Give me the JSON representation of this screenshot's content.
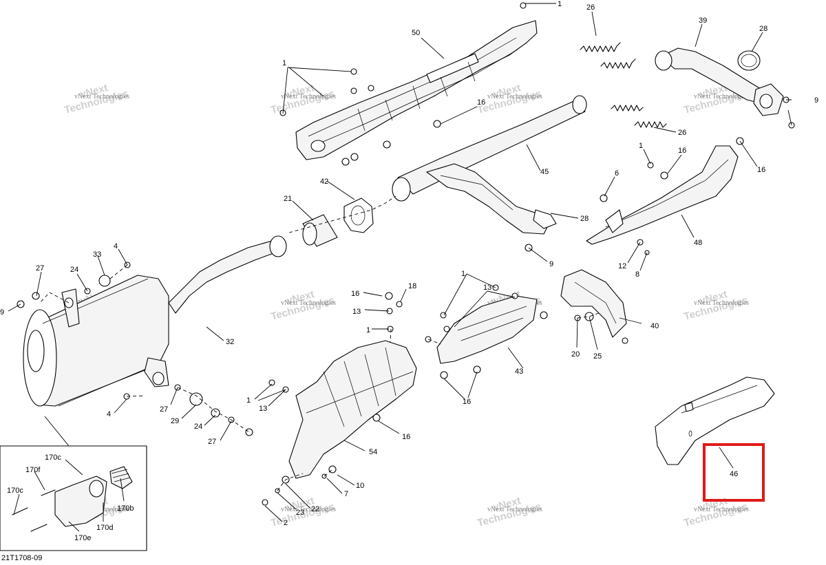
{
  "diagram_id": "21T1708-09",
  "highlight": {
    "part_number": "46",
    "color": "#e01a1a"
  },
  "watermark": {
    "line1": "vNext",
    "line2": "Technologies",
    "full": "vNext Technologies"
  },
  "callouts": [
    {
      "id": "c1a",
      "text": "1"
    },
    {
      "id": "c50",
      "text": "50"
    },
    {
      "id": "c26a",
      "text": "26"
    },
    {
      "id": "c39",
      "text": "39"
    },
    {
      "id": "c28a",
      "text": "28"
    },
    {
      "id": "c1b",
      "text": "1"
    },
    {
      "id": "c16a",
      "text": "16"
    },
    {
      "id": "c9a",
      "text": "9"
    },
    {
      "id": "c26b",
      "text": "26"
    },
    {
      "id": "c45",
      "text": "45"
    },
    {
      "id": "c1c",
      "text": "1"
    },
    {
      "id": "c16b",
      "text": "16"
    },
    {
      "id": "c16c",
      "text": "16"
    },
    {
      "id": "c6",
      "text": "6"
    },
    {
      "id": "c42",
      "text": "42"
    },
    {
      "id": "c21",
      "text": "21"
    },
    {
      "id": "c28b",
      "text": "28"
    },
    {
      "id": "c48",
      "text": "48"
    },
    {
      "id": "c9b",
      "text": "9"
    },
    {
      "id": "c12",
      "text": "12"
    },
    {
      "id": "c8",
      "text": "8"
    },
    {
      "id": "c33",
      "text": "33"
    },
    {
      "id": "c4a",
      "text": "4"
    },
    {
      "id": "c27a",
      "text": "27"
    },
    {
      "id": "c24a",
      "text": "24"
    },
    {
      "id": "c9c",
      "text": "9"
    },
    {
      "id": "c32",
      "text": "32"
    },
    {
      "id": "c16d",
      "text": "16"
    },
    {
      "id": "c18",
      "text": "18"
    },
    {
      "id": "c13a",
      "text": "13"
    },
    {
      "id": "c1d",
      "text": "1"
    },
    {
      "id": "c1e",
      "text": "1"
    },
    {
      "id": "c13b",
      "text": "13"
    },
    {
      "id": "c40",
      "text": "40"
    },
    {
      "id": "c43",
      "text": "43"
    },
    {
      "id": "c20",
      "text": "20"
    },
    {
      "id": "c25",
      "text": "25"
    },
    {
      "id": "c16e",
      "text": "16"
    },
    {
      "id": "c1f",
      "text": "1"
    },
    {
      "id": "c13c",
      "text": "13"
    },
    {
      "id": "c4b",
      "text": "4"
    },
    {
      "id": "c27b",
      "text": "27"
    },
    {
      "id": "c29",
      "text": "29"
    },
    {
      "id": "c24b",
      "text": "24"
    },
    {
      "id": "c27c",
      "text": "27"
    },
    {
      "id": "c16f",
      "text": "16"
    },
    {
      "id": "c54",
      "text": "54"
    },
    {
      "id": "c10",
      "text": "10"
    },
    {
      "id": "c7",
      "text": "7"
    },
    {
      "id": "c22",
      "text": "22"
    },
    {
      "id": "c23",
      "text": "23"
    },
    {
      "id": "c2",
      "text": "2"
    },
    {
      "id": "c46",
      "text": "46"
    },
    {
      "id": "c170c_a",
      "text": "170c"
    },
    {
      "id": "c170f",
      "text": "170f"
    },
    {
      "id": "c170c_b",
      "text": "170c"
    },
    {
      "id": "c170b",
      "text": "170b"
    },
    {
      "id": "c170d",
      "text": "170d"
    },
    {
      "id": "c170e",
      "text": "170e"
    }
  ]
}
